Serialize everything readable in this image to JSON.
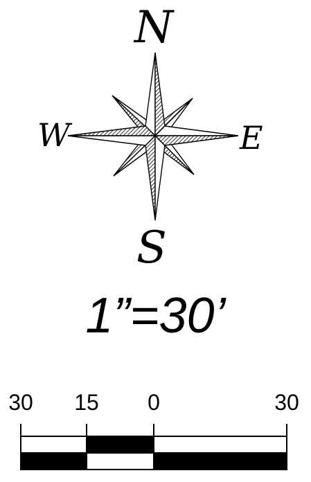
{
  "compass": {
    "north": "N",
    "south": "S",
    "east": "E",
    "west": "W"
  },
  "scale": {
    "ratio_text": "1”=30’",
    "ticks": [
      "30",
      "15",
      "0",
      "30"
    ]
  }
}
